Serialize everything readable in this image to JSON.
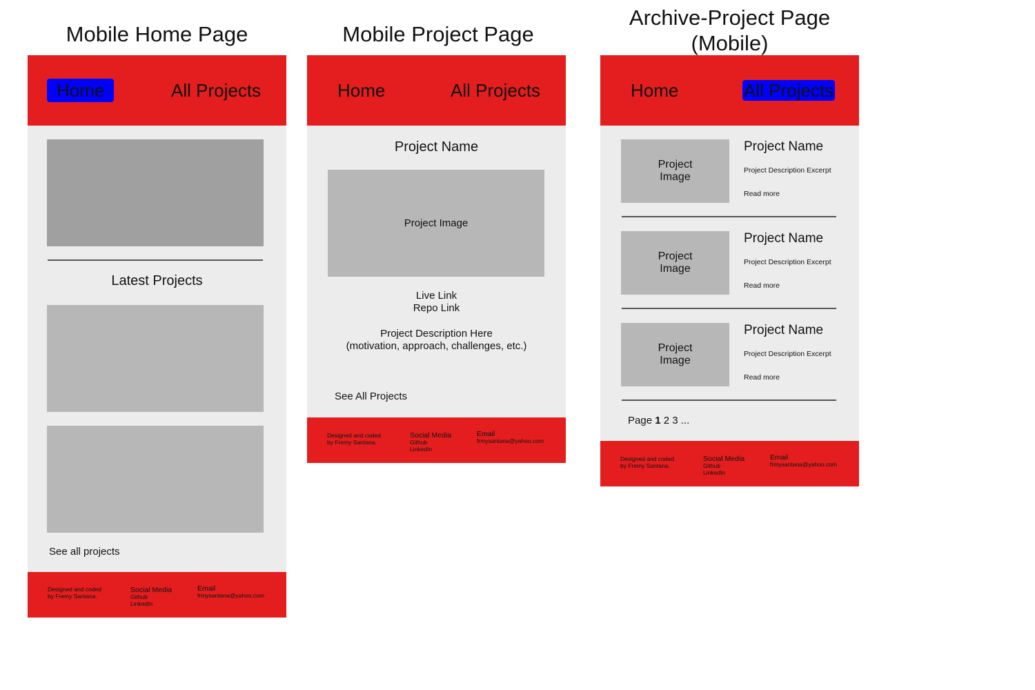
{
  "colors": {
    "header": "#e41e1e",
    "footer": "#e41e1e",
    "body": "#ececec",
    "active_nav": "#0000ff",
    "hero": "#a0a0a0",
    "placeholder": "#b7b7b7"
  },
  "home": {
    "title": "Mobile Home Page",
    "nav": {
      "home": "Home",
      "all_projects": "All Projects",
      "active": "home"
    },
    "section_title": "Latest Projects",
    "see_all": "See all projects",
    "footer": {
      "credit_line1": "Designed and coded",
      "credit_line2": "by Fremy Santana.",
      "social_title": "Social Media",
      "social_github": "Github",
      "social_linkedin": "LinkedIn",
      "email_title": "Email",
      "email_value": "frmysantana@yahoo.com"
    }
  },
  "project": {
    "title": "Mobile Project Page",
    "nav": {
      "home": "Home",
      "all_projects": "All Projects",
      "active": "none"
    },
    "project_name": "Project Name",
    "project_image": "Project Image",
    "live_link": "Live Link",
    "repo_link": "Repo Link",
    "description_line1": "Project Description Here",
    "description_line2": "(motivation, approach, challenges, etc.)",
    "see_all": "See All Projects",
    "footer": {
      "credit_line1": "Designed and coded",
      "credit_line2": "by Fremy Santana.",
      "social_title": "Social Media",
      "social_github": "Github",
      "social_linkedin": "LinkedIn",
      "email_title": "Email",
      "email_value": "frmysantana@yahoo.com"
    }
  },
  "archive": {
    "title_line1": "Archive-Project Page",
    "title_line2": "(Mobile)",
    "nav": {
      "home": "Home",
      "all_projects": "All Projects",
      "active": "all_projects"
    },
    "items": [
      {
        "image_line1": "Project",
        "image_line2": "Image",
        "name": "Project Name",
        "excerpt": "Project Description Excerpt",
        "read_more": "Read more"
      },
      {
        "image_line1": "Project",
        "image_line2": "Image",
        "name": "Project Name",
        "excerpt": "Project Description Excerpt",
        "read_more": "Read more"
      },
      {
        "image_line1": "Project",
        "image_line2": "Image",
        "name": "Project Name",
        "excerpt": "Project Description Excerpt",
        "read_more": "Read more"
      }
    ],
    "pagination": {
      "label": "Page",
      "current": "1",
      "p2": "2",
      "p3": "3",
      "more": "..."
    },
    "footer": {
      "credit_line1": "Designed and coded",
      "credit_line2": "by Fremy Santana.",
      "social_title": "Social Media",
      "social_github": "Github",
      "social_linkedin": "LinkedIn",
      "email_title": "Email",
      "email_value": "frmysantana@yahoo.com"
    }
  }
}
